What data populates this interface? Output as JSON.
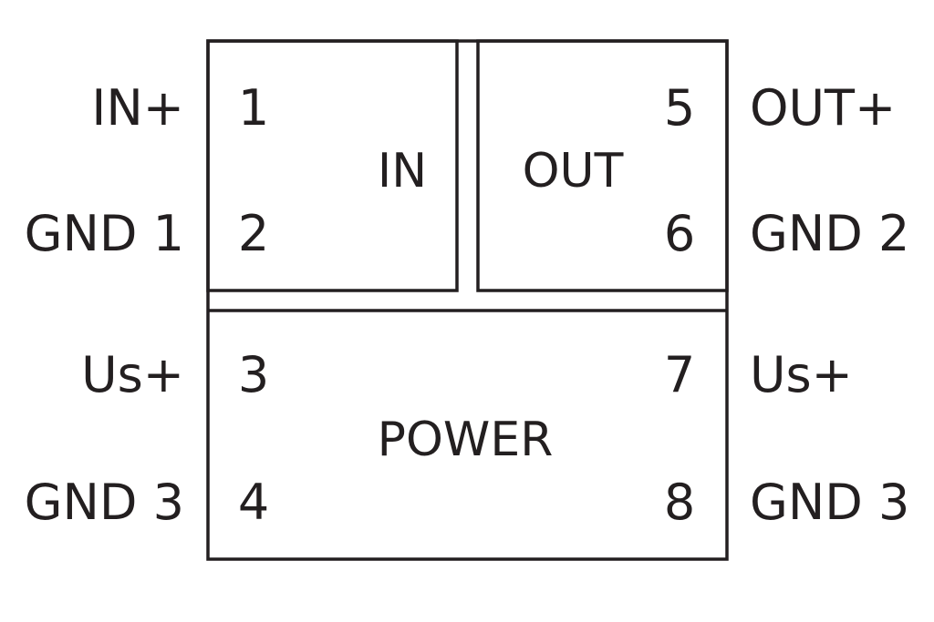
{
  "blocks": {
    "in": "IN",
    "out": "OUT",
    "power": "POWER"
  },
  "pins": {
    "p1": {
      "number": "1",
      "label": "IN+"
    },
    "p2": {
      "number": "2",
      "label": "GND 1"
    },
    "p3": {
      "number": "3",
      "label": "Us+"
    },
    "p4": {
      "number": "4",
      "label": "GND 3"
    },
    "p5": {
      "number": "5",
      "label": "OUT+"
    },
    "p6": {
      "number": "6",
      "label": "GND 2"
    },
    "p7": {
      "number": "7",
      "label": "Us+"
    },
    "p8": {
      "number": "8",
      "label": "GND 3"
    }
  },
  "colors": {
    "line": "#231f20",
    "background": "#ffffff"
  }
}
